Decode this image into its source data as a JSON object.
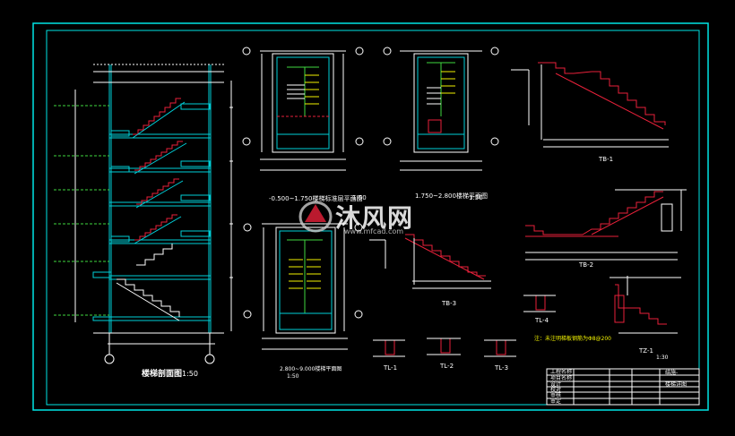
{
  "drawing": {
    "border_color": "#00e5e5",
    "line_cyan": "#00cfd8",
    "line_red": "#e8213a",
    "line_yellow": "#f2f200",
    "line_green": "#3fd93f",
    "line_white": "#ffffff",
    "background": "#000000"
  },
  "captions": {
    "section": "楼梯剖面图",
    "section_scale": "1:50",
    "plan1": "-0.500~1.750楼梯标准层平面图",
    "plan1_scale": "1:50",
    "plan2": "1.750~2.800楼梯平面图",
    "plan2_scale": "1:50",
    "plan3": "2.800~9.000楼梯平面图",
    "plan3_scale": "1:50",
    "tb1": "TB-1",
    "tb2": "TB-2",
    "tb3": "TB-3",
    "tl1": "TL-1",
    "tl2": "TL-2",
    "tl3": "TL-3",
    "tl4": "TL-4",
    "tz1": "TZ-1",
    "note": "注：未注明梯板钢筋为Φ8@200",
    "detail_scale": "1:30"
  },
  "watermark": {
    "brand": "沐风网",
    "url": "www.mfcad.com"
  },
  "title_block": {
    "rows": [
      "工程名称",
      "项目名称",
      "设计",
      "校对",
      "审核",
      "审定"
    ],
    "drawing_name": "楼梯详图",
    "sheet_label": "结施-"
  }
}
